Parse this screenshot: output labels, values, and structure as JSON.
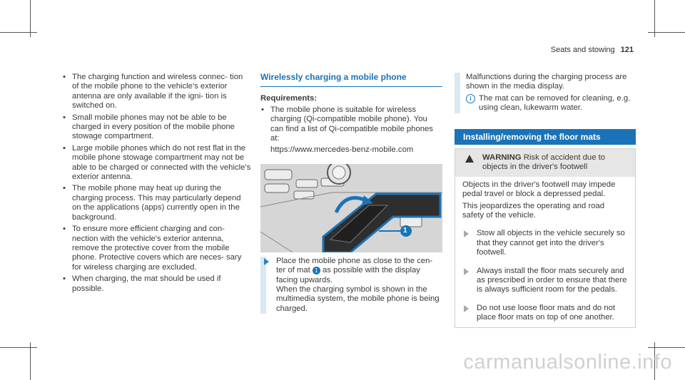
{
  "header": {
    "section": "Seats and stowing",
    "page": "121"
  },
  "left_bullets": [
    "The charging function and wireless connec- tion of the mobile phone to the vehicle's exterior antenna are only available if the igni- tion is switched on.",
    "Small mobile phones may not be able to be charged in every position of the mobile phone stowage compartment.",
    "Large mobile phones which do not rest flat in the mobile phone stowage compartment may not be able to be charged or connected with the vehicle's exterior antenna.",
    "The mobile phone may heat up during the charging process. This may particularly depend on the applications (apps) currently open in the background.",
    "To ensure more efficient charging and con- nection with the vehicle's exterior antenna, remove the protective cover from the mobile phone. Protective covers which are neces- sary for wireless charging are excluded.",
    "When charging, the mat should be used if possible."
  ],
  "middle": {
    "title": "Wirelessly charging a mobile phone",
    "requirements_label": "Requirements:",
    "requirement": "The mobile phone is suitable for wireless charging (Qi-compatible mobile phone). You can find a list of Qi-compatible mobile phones at:",
    "url": "https://www.mercedes-benz-mobile.com",
    "callout": "1",
    "step_part1": "Place the mobile phone as close to the cen- ter of mat",
    "step_part2": "as possible with the display facing upwards.",
    "step_part3": "When the charging symbol is shown in the multimedia system, the mobile phone is being charged."
  },
  "right": {
    "malfunction": "Malfunctions during the charging process are shown in the media display.",
    "info_icon": "i",
    "info": "The mat can be removed for cleaning, e.g. using clean, lukewarm water.",
    "banner": "Installing/removing the floor mats",
    "warning_word": "WARNING",
    "warning_rest": "Risk of accident due to objects in the driver's footwell",
    "warn_p1": "Objects in the driver's footwell may impede pedal travel or block a depressed pedal.",
    "warn_p2": "This jeopardizes the operating and road safety of the vehicle.",
    "steps": [
      "Stow all objects in the vehicle securely so that they cannot get into the driver's footwell.",
      "Always install the floor mats securely and as prescribed in order to ensure that there is always sufficient room for the pedals.",
      "Do not use loose floor mats and do not place floor mats on top of one another."
    ]
  },
  "watermark": "carmanualsonline.info",
  "colors": {
    "accent": "#1a73b8",
    "bar": "#d8e8f5"
  }
}
